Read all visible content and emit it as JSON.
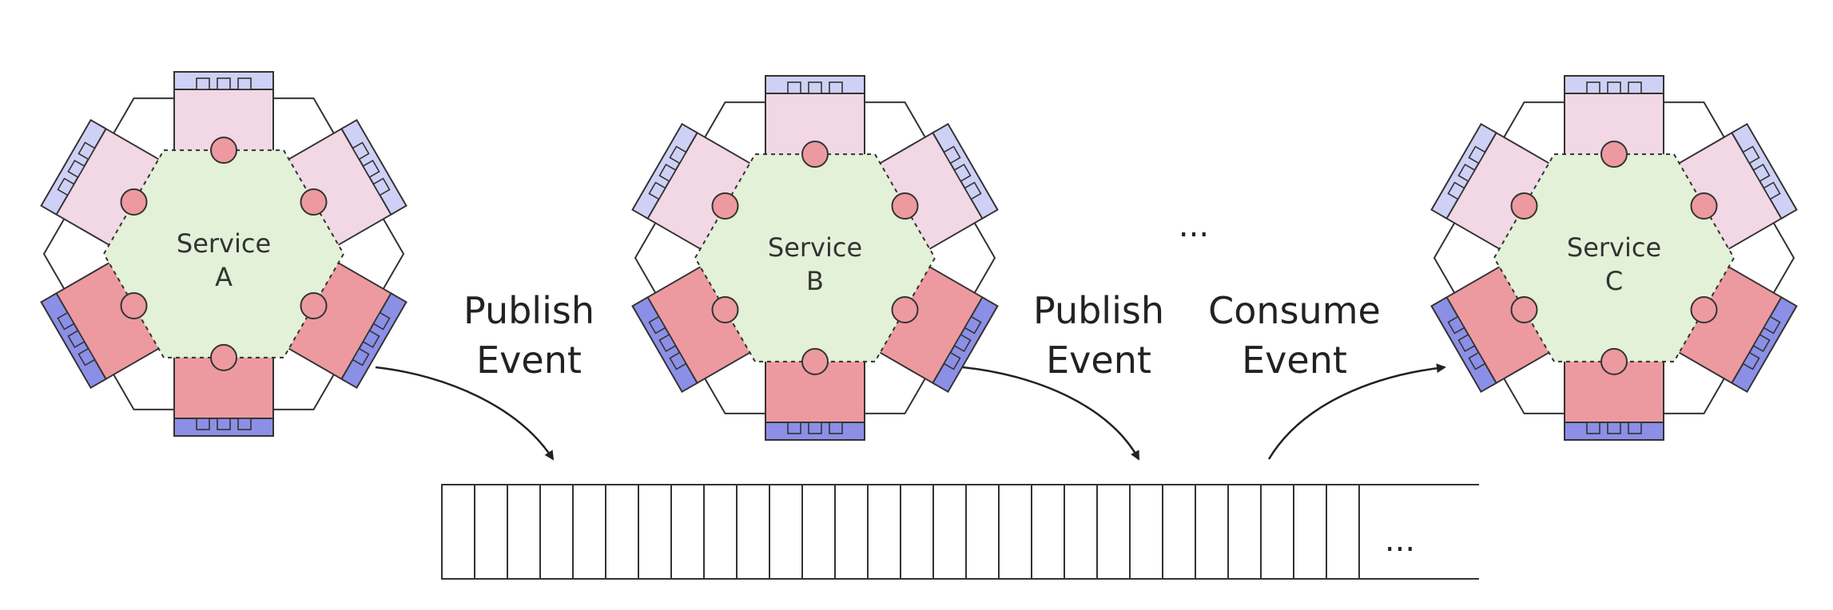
{
  "services": [
    {
      "id": "a",
      "line1": "Service",
      "line2": "A"
    },
    {
      "id": "b",
      "line1": "Service",
      "line2": "B"
    },
    {
      "id": "c",
      "line1": "Service",
      "line2": "C"
    }
  ],
  "labels": {
    "publish_1": {
      "line1": "Publish",
      "line2": "Event"
    },
    "publish_2": {
      "line1": "Publish",
      "line2": "Event"
    },
    "consume": {
      "line1": "Consume",
      "line2": "Event"
    }
  },
  "ellipsis_between_services": "...",
  "queue": {
    "slot_count": 28,
    "ellipsis": "..."
  },
  "colors": {
    "core_fill": "#e2f1d8",
    "adapter_light": "#f1d8e4",
    "adapter_dark": "#ec9aa0",
    "connector_light": "#cfd0f5",
    "connector_dark": "#8c8fe6",
    "stroke": "#333333"
  }
}
